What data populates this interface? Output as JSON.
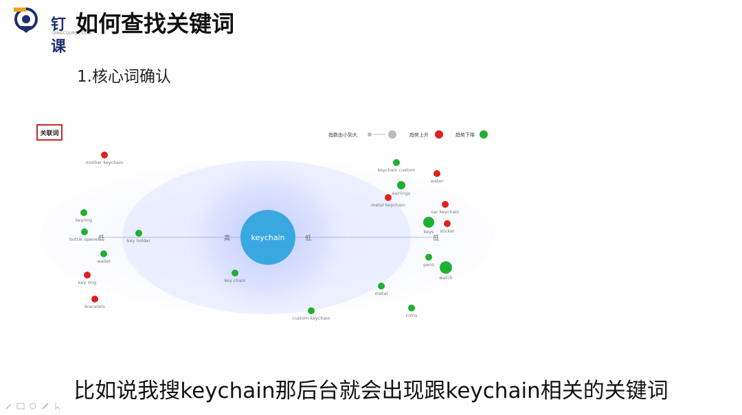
{
  "logo": {
    "text": "钉课",
    "sub": "DINGCOURSE.COM"
  },
  "page_title": "如何查找关键词",
  "section_title": "1.核心词确认",
  "graph": {
    "tag_label": "关联词",
    "legend": {
      "size": "指数由小到大",
      "up": "趋势上升",
      "down": "趋势下降"
    },
    "center_label": "keychain",
    "ring_labels": {
      "inner_left": "高",
      "inner_right": "低",
      "outer_left": "低",
      "outer_right": "低"
    },
    "colors": {
      "up": "#e02020",
      "down": "#20b030",
      "center": "#3aa8e0"
    },
    "nodes": [
      {
        "label": "mother keychain",
        "trend": "up"
      },
      {
        "label": "keyring",
        "trend": "down"
      },
      {
        "label": "bottle opener",
        "trend": "down"
      },
      {
        "label": "key holder",
        "trend": "down"
      },
      {
        "label": "wallet",
        "trend": "down"
      },
      {
        "label": "key ring",
        "trend": "up"
      },
      {
        "label": "bracelets",
        "trend": "up"
      },
      {
        "label": "key chain",
        "trend": "down"
      },
      {
        "label": "keychain custom",
        "trend": "down"
      },
      {
        "label": "earrings",
        "trend": "down"
      },
      {
        "label": "metal keychain",
        "trend": "up"
      },
      {
        "label": "water",
        "trend": "up"
      },
      {
        "label": "car keychain",
        "trend": "up"
      },
      {
        "label": "keys",
        "trend": "down"
      },
      {
        "label": "sticker",
        "trend": "up"
      },
      {
        "label": "pens",
        "trend": "down"
      },
      {
        "label": "watch",
        "trend": "down"
      },
      {
        "label": "metal",
        "trend": "down"
      },
      {
        "label": "coins",
        "trend": "down"
      },
      {
        "label": "custom keychain",
        "trend": "down"
      }
    ]
  },
  "subtitle": "比如说我搜keychain那后台就会出现跟keychain相关的关键词",
  "toolbar": [
    "pen-icon",
    "slides-icon",
    "eraser-icon",
    "pencil-icon",
    "cursor-icon"
  ]
}
